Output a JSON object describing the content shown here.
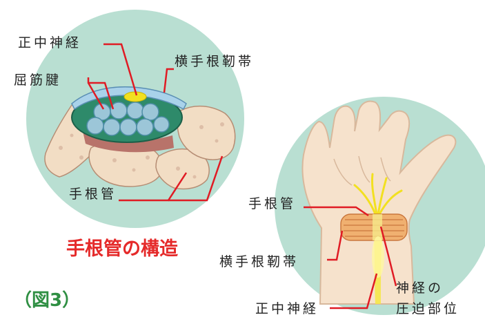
{
  "left_diagram": {
    "labels": {
      "median_nerve": "正中神経",
      "transverse_carpal_ligament": "横手根靭帯",
      "flexor_tendons": "屈筋腱",
      "carpal_tunnel": "手根管"
    },
    "title": "手根管の構造"
  },
  "right_diagram": {
    "labels": {
      "carpal_tunnel": "手根管",
      "transverse_carpal_ligament": "横手根靭帯",
      "median_nerve": "正中神経",
      "compression_site_line1": "神経の",
      "compression_site_line2": "圧迫部位"
    }
  },
  "figure_number": "（図3）",
  "colors": {
    "circle_bg": "#b9dfd2",
    "leader_line": "#e01b24",
    "title": "#e52a2a",
    "figure_number": "#2f8f43",
    "nerve": "#f2e020",
    "ligament": "#f0b070",
    "tendon": "#9cc6d8",
    "skin": "#f6e2cc",
    "bone": "#f2ddc4"
  }
}
